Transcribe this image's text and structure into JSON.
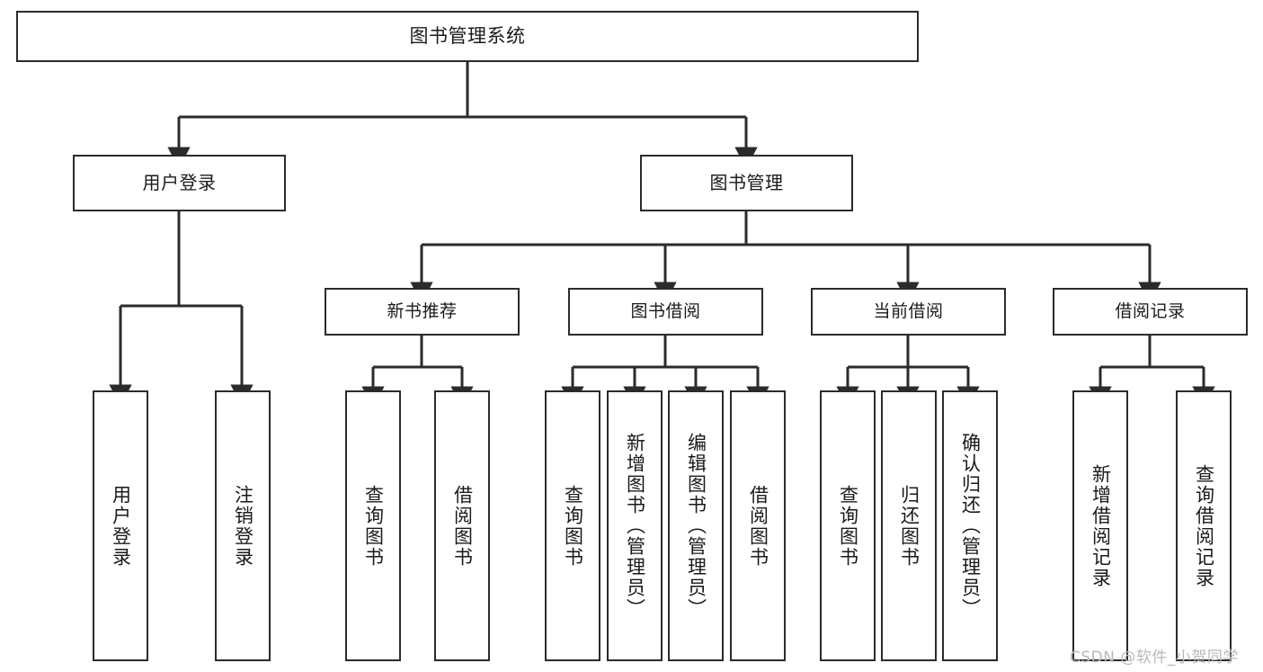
{
  "diagram": {
    "type": "tree",
    "title": "图书管理系统",
    "orientation": "top-down",
    "colors": {
      "box_border": "#2b2b2b",
      "box_fill": "#ffffff",
      "connector": "#2b2b2b",
      "text": "#1a1a1a",
      "watermark": "#b9b9b9",
      "background": "#ffffff"
    }
  },
  "root": {
    "label": "图书管理系统"
  },
  "level2": [
    {
      "label": "用户登录"
    },
    {
      "label": "图书管理"
    }
  ],
  "level3": [
    {
      "label": "新书推荐"
    },
    {
      "label": "图书借阅"
    },
    {
      "label": "当前借阅"
    },
    {
      "label": "借阅记录"
    }
  ],
  "leaves": {
    "user_login": [
      {
        "label": "用户登录"
      },
      {
        "label": "注销登录"
      }
    ],
    "new_book_recommend": [
      {
        "label": "查询图书"
      },
      {
        "label": "借阅图书"
      }
    ],
    "book_borrow": [
      {
        "label": "查询图书"
      },
      {
        "label": "新增图书（管理员）"
      },
      {
        "label": "编辑图书（管理员）"
      },
      {
        "label": "借阅图书"
      }
    ],
    "current_borrow": [
      {
        "label": "查询图书"
      },
      {
        "label": "归还图书"
      },
      {
        "label": "确认归还（管理员）"
      }
    ],
    "borrow_records": [
      {
        "label": "新增借阅记录"
      },
      {
        "label": "查询借阅记录"
      }
    ]
  },
  "watermark": {
    "text": "CSDN @软件_小贺同学"
  }
}
